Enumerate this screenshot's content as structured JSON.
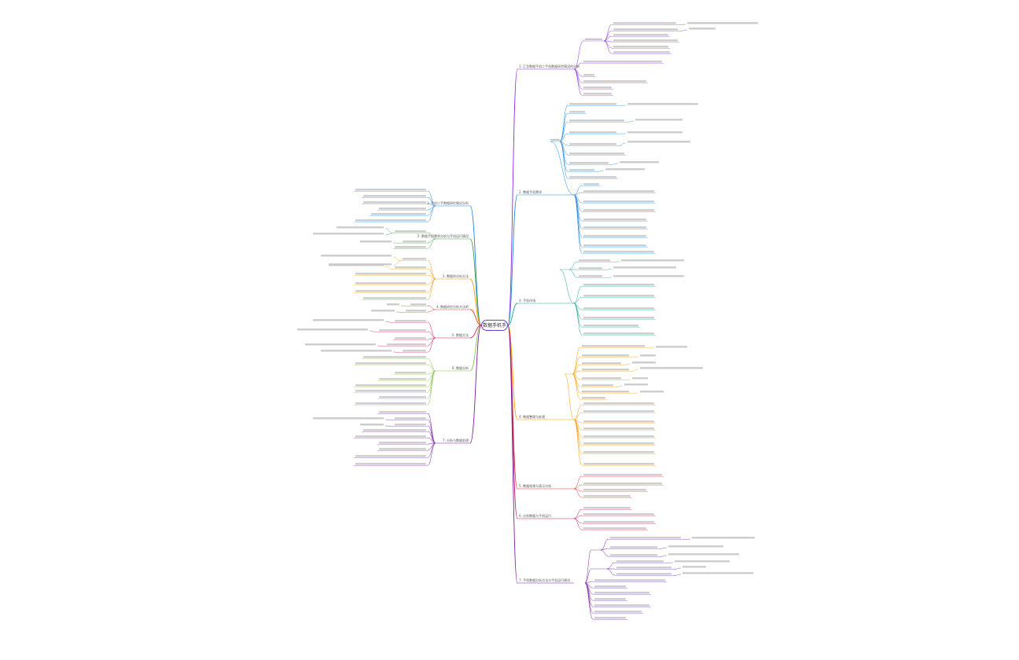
{
  "center": {
    "label": "数据手机手"
  },
  "colors": {
    "purple": "#8a2be2",
    "blue": "#1e88e5",
    "teal": "#1aa39a",
    "green": "#43a047",
    "orange": "#ff9800",
    "red": "#e53935",
    "magenta": "#c2185b",
    "violet": "#7b1fa2",
    "lime": "#8bc34a",
    "crimson": "#d81b60"
  },
  "right_branches": [
    {
      "label": "1. 汇总数据手机二手机数据研究情况的分析",
      "color": "purple"
    },
    {
      "label": "2. 数据手机需求",
      "color": "blue"
    },
    {
      "label": "3. 手机市场",
      "color": "teal"
    },
    {
      "label": "4. 数据整理与处理",
      "color": "orange"
    },
    {
      "label": "5. 数据结果与表示分析",
      "color": "red"
    },
    {
      "label": "6. 分析数据与手机运行",
      "color": "magenta"
    },
    {
      "label": "7. 手机数据分析方法与手机运行情况",
      "color": "violet"
    }
  ],
  "left_branches": [
    {
      "label": "1. 手机二手数据研究情况分析",
      "color": "blue"
    },
    {
      "label": "2. 数据手机需求分析与手机运行情况",
      "color": "green"
    },
    {
      "label": "3. 数据的分析方法",
      "color": "orange"
    },
    {
      "label": "4. 数据研究分析方法的",
      "color": "red"
    },
    {
      "label": "5. 数据方法",
      "color": "crimson"
    },
    {
      "label": "6. 数据分析",
      "color": "lime"
    },
    {
      "label": "7. 分析与数据处理",
      "color": "violet"
    }
  ]
}
